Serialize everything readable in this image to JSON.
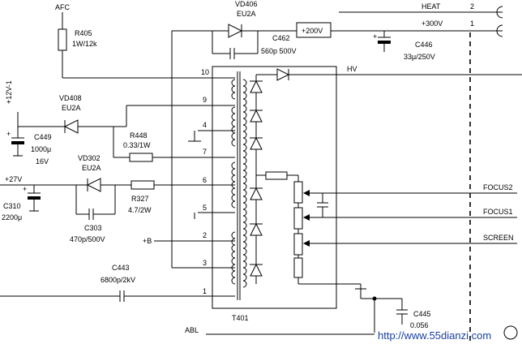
{
  "labels": {
    "afc": "AFC",
    "r405": "R405",
    "r405_val": "1W/12k",
    "vd406": "VD406",
    "vd406_type": "EU2A",
    "c462": "C462",
    "c462_val": "560p 500V",
    "v200": "+200V",
    "heat": "HEAT",
    "pin_heat": "2",
    "v300": "+300V",
    "pin_300": "1",
    "c446": "C446",
    "c446_val": "33μ/250V",
    "hv": "HV",
    "v12": "+12V-1",
    "vd408": "VD408",
    "vd408_type": "EU2A",
    "c449": "C449",
    "c449_val": "1000μ",
    "c449_v": "16V",
    "r448": "R448",
    "r448_val": "0.33/1W",
    "v27": "+27V",
    "vd302": "VD302",
    "vd302_type": "EU2A",
    "r327": "R327",
    "r327_val": "4.7/2W",
    "c310": "C310",
    "c310_val": "2200μ",
    "c303": "C303",
    "c303_val": "470p/500V",
    "plus_b": "+B",
    "c443": "C443",
    "c443_val": "6800p/2kV",
    "t401": "T401",
    "abl": "ABL",
    "c445": "C445",
    "c445_val": "0.056",
    "focus2": "FOCUS2",
    "focus1": "FOCUS1",
    "screen": "SCREEN",
    "watermark": "http://www.55dianzi.com"
  },
  "pins": [
    "10",
    "9",
    "4",
    "7",
    "6",
    "5",
    "2",
    "3",
    "1"
  ]
}
